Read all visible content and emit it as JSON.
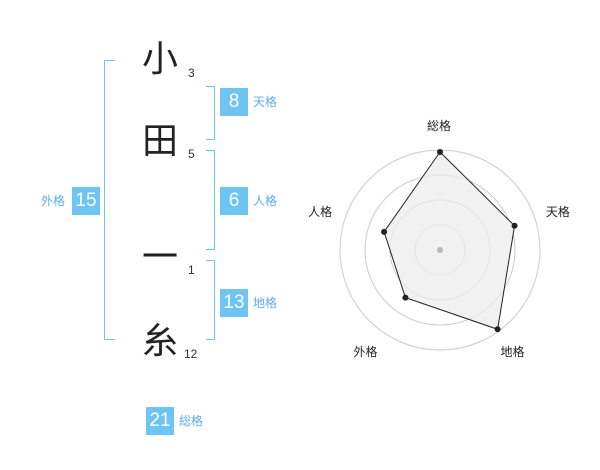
{
  "name": {
    "chars": [
      {
        "char": "小",
        "strokes": "3"
      },
      {
        "char": "田",
        "strokes": "5"
      },
      {
        "char": "一",
        "strokes": "1"
      },
      {
        "char": "糸",
        "strokes": "12"
      }
    ]
  },
  "fortunes": {
    "tenkaku": {
      "value": "8",
      "label": "天格"
    },
    "jinkaku": {
      "value": "6",
      "label": "人格"
    },
    "chikaku": {
      "value": "13",
      "label": "地格"
    },
    "gaikaku": {
      "value": "15",
      "label": "外格"
    },
    "soukaku": {
      "value": "21",
      "label": "総格"
    }
  },
  "chart_data": {
    "type": "radar",
    "axes": [
      "総格",
      "天格",
      "地格",
      "外格",
      "人格"
    ],
    "values": [
      5,
      4,
      5,
      3,
      3
    ],
    "rmax": 5,
    "rings": 4,
    "colors": {
      "ring": "#cccccc",
      "fill": "#ececec",
      "line": "#222222",
      "point": "#222222",
      "center": "#bbbbbb"
    }
  }
}
